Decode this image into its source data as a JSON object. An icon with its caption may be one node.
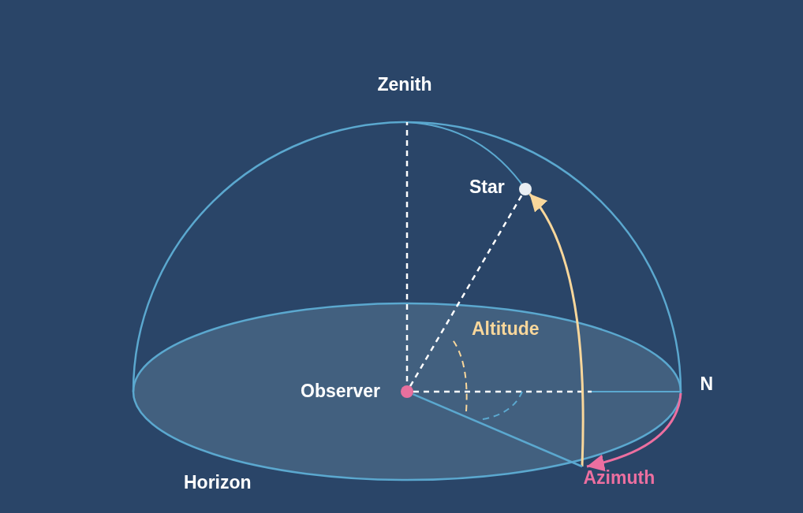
{
  "diagram": {
    "nodes": [
      {
        "text": [],
        "shape": "circle",
        "beside": [
          "Star"
        ]
      },
      {
        "text": [],
        "shape": "circle",
        "beside": [
          "Observer"
        ]
      },
      {
        "text": [
          "Azimuth"
        ]
      }
    ],
    "edges": [
      {
        "from": 1,
        "to": 0,
        "arrow": "none",
        "style": "dashed",
        "color": "#ffffff"
      },
      {
        "from": 2,
        "to": 0,
        "arrow": "to",
        "color": "#f9d79b"
      },
      {
        "from": null,
        "to": 2,
        "arrow": "to",
        "color": "#ec6fa0"
      },
      {
        "from": 1,
        "to": 2,
        "arrow": "none",
        "color": "#5ba8cf"
      }
    ],
    "labels": [
      "Zenith",
      "Altitude",
      "N",
      "Horizon"
    ]
  }
}
